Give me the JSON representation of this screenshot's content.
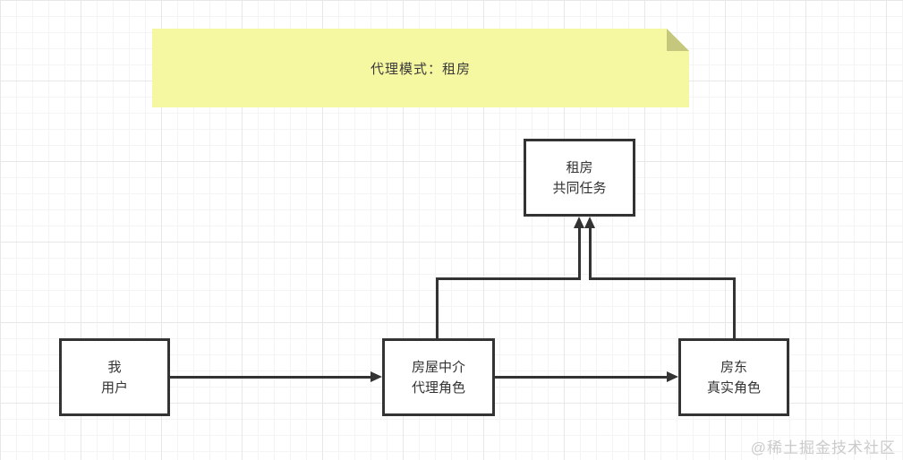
{
  "note": {
    "label": "代理模式：租房",
    "bg_color": "#f6f7a1",
    "fold_color": "#c5c77c"
  },
  "diagram": {
    "nodes": [
      {
        "id": "task",
        "line1": "租房",
        "line2": "共同任务"
      },
      {
        "id": "user",
        "line1": "我",
        "line2": "用户"
      },
      {
        "id": "proxy",
        "line1": "房屋中介",
        "line2": "代理角色"
      },
      {
        "id": "landlord",
        "line1": "房东",
        "line2": "真实角色"
      }
    ],
    "edges": [
      {
        "from": "user",
        "to": "proxy",
        "style": "straight-arrow"
      },
      {
        "from": "proxy",
        "to": "landlord",
        "style": "straight-arrow"
      },
      {
        "from": "proxy",
        "to": "task",
        "style": "elbow-arrow"
      },
      {
        "from": "landlord",
        "to": "task",
        "style": "elbow-arrow"
      }
    ],
    "line_color": "#333333"
  },
  "watermark": {
    "text": "@稀土掘金技术社区",
    "color": "#cbcbcb"
  }
}
